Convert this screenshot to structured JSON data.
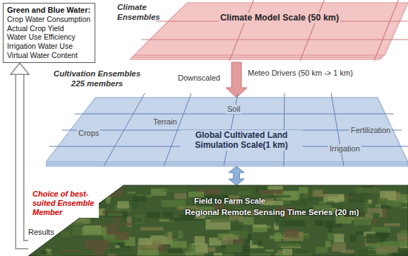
{
  "diagram": {
    "nodes": [
      {
        "text": [
          "Green and Blue Water:",
          "Crop Water Consumption",
          "Actual Crop Yield",
          "Water Use Efficiency",
          "Irrigation Water Use",
          "Virtual Water Content"
        ]
      },
      {
        "text": [
          "Climate Ensembles",
          "Climate Model Scale (50 km)"
        ]
      },
      {
        "text": [
          "Cultivation Ensembles 225 members",
          "Soil",
          "Terrain",
          "Crops",
          "Global Cultivated Land Simulation Scale(1 km)",
          "Fertilization",
          "Irrigation"
        ]
      },
      {
        "text": [
          "Field to Farm Scale",
          "Regional Remote Sensing Time Series (20 m)"
        ]
      }
    ],
    "edges": [
      {
        "from": 1,
        "to": 2,
        "arrow": "to",
        "label": "Meteo Drivers (50 km -> 1 km)"
      },
      {
        "from": 2,
        "to": 3,
        "arrow": "both"
      },
      {
        "from": 3,
        "to": 0,
        "arrow": "to",
        "label": "Results"
      }
    ],
    "labels": [
      "Downscaled",
      "Choice of best-suited Ensemble Member"
    ]
  }
}
